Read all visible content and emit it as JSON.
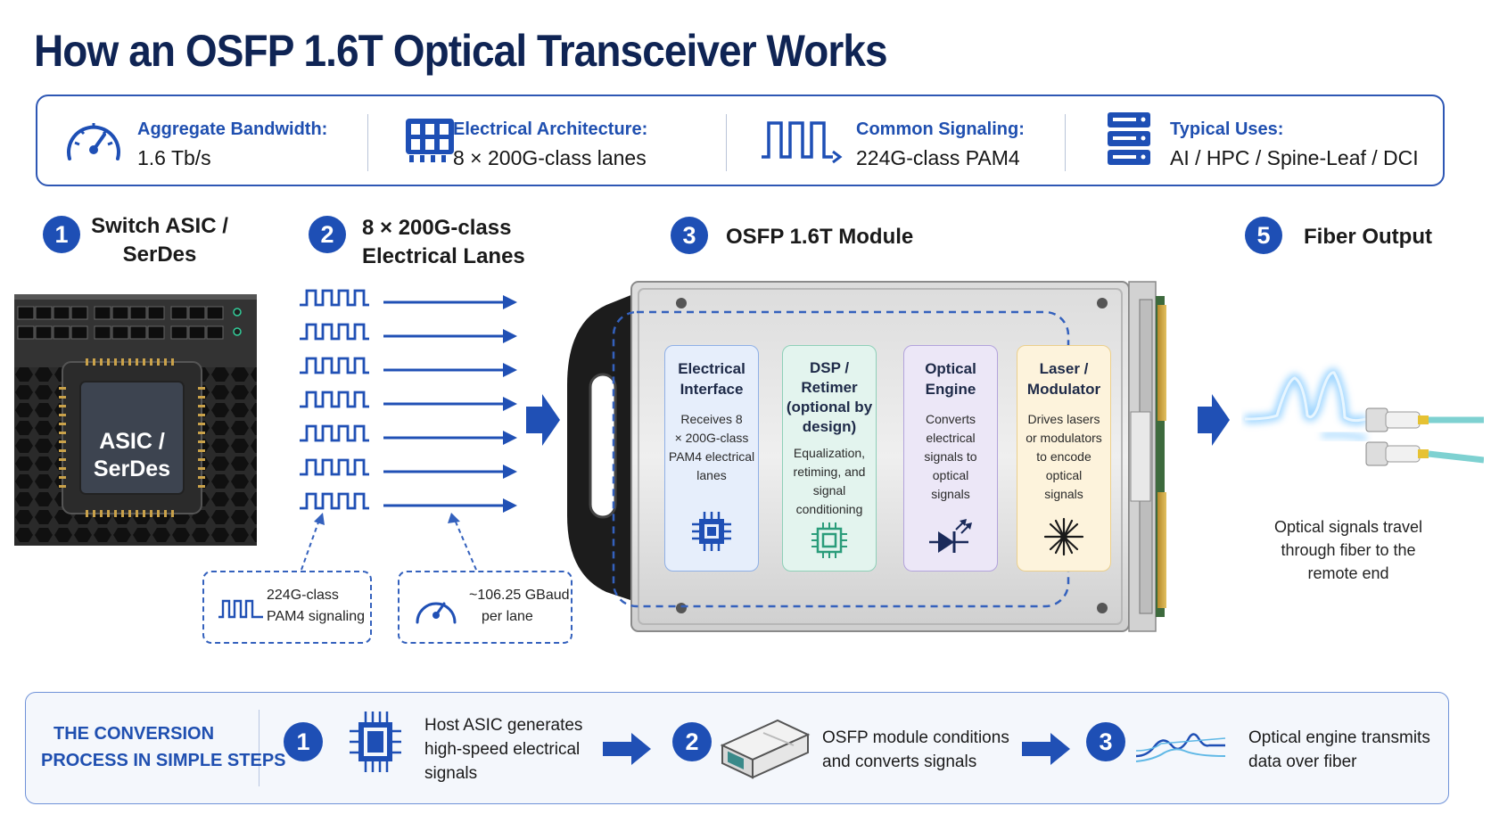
{
  "title": "How an OSFP 1.6T Optical Transceiver Works",
  "stats": [
    {
      "label": "Aggregate Bandwidth:",
      "value": "1.6 Tb/s",
      "icon": "gauge-icon"
    },
    {
      "label": "Electrical Architecture:",
      "value": "8 × 200G-class lanes",
      "icon": "lane-grid-icon"
    },
    {
      "label": "Common Signaling:",
      "value": "224G-class PAM4",
      "icon": "pam4-wave-icon"
    },
    {
      "label": "Typical Uses:",
      "value": "AI / HPC / Spine-Leaf / DCI",
      "icon": "server-rack-icon"
    }
  ],
  "steps": [
    {
      "num": "1",
      "line1": "Switch ASIC /",
      "line2": "SerDes"
    },
    {
      "num": "2",
      "line1": "8 × 200G-class",
      "line2": "Electrical Lanes"
    },
    {
      "num": "3",
      "line1": "OSFP 1.6T Module",
      "line2": ""
    },
    {
      "num": "5",
      "line1": "Fiber Output",
      "line2": ""
    }
  ],
  "chip_label": {
    "line1": "ASIC /",
    "line2": "SerDes"
  },
  "blocks": [
    {
      "title": [
        "Electrical",
        "Interface"
      ],
      "desc": [
        "Receives 8",
        "× 200G-class",
        "PAM4 electrical",
        "lanes"
      ],
      "icon": "chip-icon",
      "bg": "#e6eefb",
      "border": "#8fb0e6",
      "iconColor": "#1e4fb5"
    },
    {
      "title": [
        "DSP /",
        "Retimer",
        "(optional by",
        "design)"
      ],
      "desc": [
        "Equalization,",
        "retiming, and",
        "signal",
        "conditioning"
      ],
      "icon": "dsp-chip-icon",
      "bg": "#e3f4ee",
      "border": "#8fd0b8",
      "iconColor": "#2a9c7a"
    },
    {
      "title": [
        "Optical",
        "Engine"
      ],
      "desc": [
        "Converts",
        "electrical",
        "signals to",
        "optical",
        "signals"
      ],
      "icon": "laser-diode-icon",
      "bg": "#ece7f7",
      "border": "#b3a3dc",
      "iconColor": "#1a2a5a"
    },
    {
      "title": [
        "Laser /",
        "Modulator"
      ],
      "desc": [
        "Drives lasers",
        "or modulators",
        "to encode",
        "optical",
        "signals"
      ],
      "icon": "laser-burst-icon",
      "bg": "#fdf3dc",
      "border": "#ebcf8c",
      "iconColor": "#1a1a1a"
    }
  ],
  "notes": [
    {
      "lines": [
        "224G-class",
        "PAM4 signaling"
      ],
      "icon": "pam4-wave-icon"
    },
    {
      "lines": [
        "~106.25 GBaud",
        "per lane"
      ],
      "icon": "gauge-icon"
    }
  ],
  "fiber_caption": [
    "Optical signals travel",
    "through fiber to the",
    "remote end"
  ],
  "bottom": {
    "title": [
      "THE CONVERSION",
      "PROCESS IN SIMPLE STEPS"
    ],
    "steps": [
      {
        "num": "1",
        "lines": [
          "Host ASIC generates",
          "high-speed electrical",
          "signals"
        ],
        "icon": "chip-icon"
      },
      {
        "num": "2",
        "lines": [
          "OSFP module conditions",
          "and converts signals"
        ],
        "icon": "transceiver-module-icon"
      },
      {
        "num": "3",
        "lines": [
          "Optical engine transmits",
          "data over fiber"
        ],
        "icon": "optical-wave-icon"
      }
    ]
  },
  "colors": {
    "accent": "#1e4fb5",
    "title": "#0f2454",
    "lane": "#2050b5"
  }
}
